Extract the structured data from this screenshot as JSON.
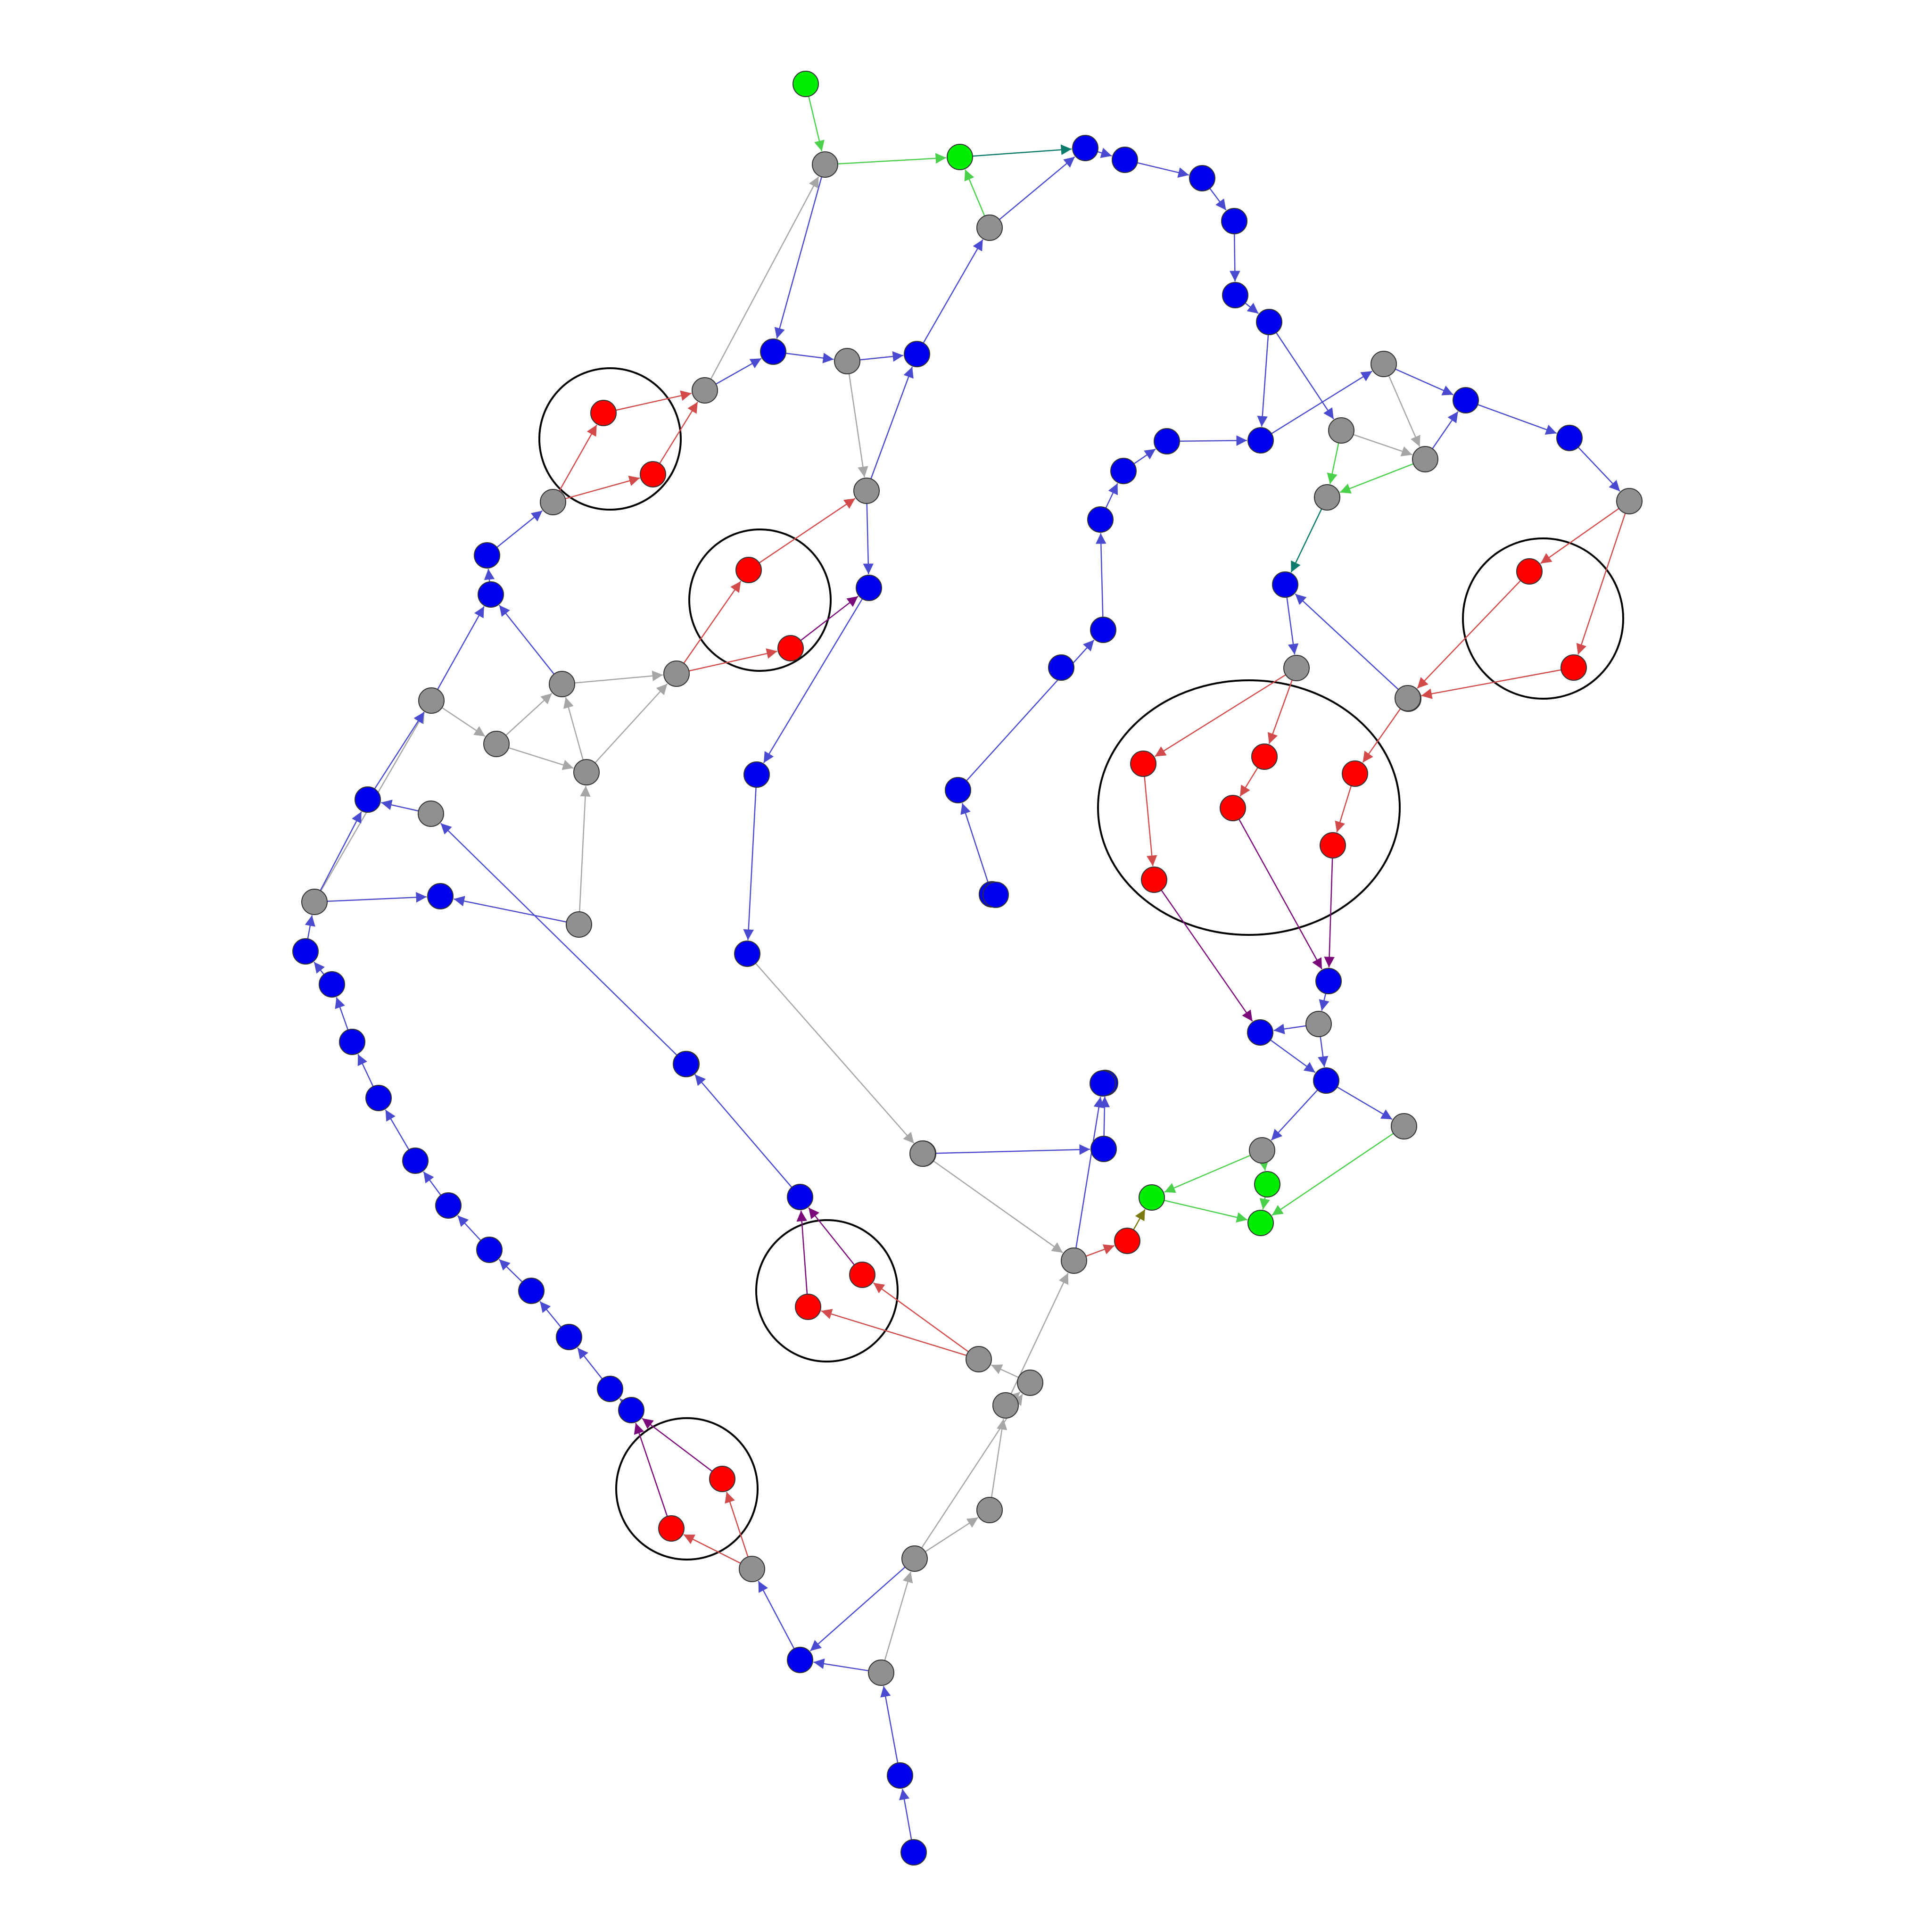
{
  "colors": {
    "blue": "#0000ee",
    "gray": "#909090",
    "red": "#ff0000",
    "green": "#00ee00",
    "edge_blue": "#4a4ad0",
    "edge_gray": "#a6a6a6",
    "edge_red": "#d24a4a",
    "edge_green": "#4ad04a",
    "edge_purple": "#7a0a7a",
    "edge_teal": "#0a7a6a",
    "edge_olive": "#7a7a10",
    "node_stroke": "#333333",
    "cluster_stroke": "#000000"
  },
  "nodes": [
    {
      "id": "n1",
      "c": "green"
    },
    {
      "id": "n2",
      "c": "gray"
    },
    {
      "id": "n3",
      "c": "green"
    },
    {
      "id": "n4",
      "c": "blue"
    },
    {
      "id": "n5",
      "c": "blue"
    },
    {
      "id": "n6",
      "c": "blue"
    },
    {
      "id": "n7",
      "c": "blue"
    },
    {
      "id": "n8",
      "c": "blue"
    },
    {
      "id": "n9",
      "c": "blue"
    },
    {
      "id": "n10",
      "c": "gray"
    },
    {
      "id": "n11",
      "c": "blue"
    },
    {
      "id": "n12",
      "c": "gray"
    },
    {
      "id": "n13",
      "c": "blue"
    },
    {
      "id": "n14",
      "c": "gray"
    },
    {
      "id": "n15",
      "c": "red"
    },
    {
      "id": "n16",
      "c": "red"
    },
    {
      "id": "n17",
      "c": "gray"
    },
    {
      "id": "n18",
      "c": "blue"
    },
    {
      "id": "n19",
      "c": "blue"
    },
    {
      "id": "n20",
      "c": "gray"
    },
    {
      "id": "n21",
      "c": "red"
    },
    {
      "id": "n22",
      "c": "red"
    },
    {
      "id": "n23",
      "c": "gray"
    },
    {
      "id": "n24",
      "c": "blue"
    },
    {
      "id": "n25",
      "c": "gray"
    },
    {
      "id": "n26",
      "c": "gray"
    },
    {
      "id": "n27",
      "c": "gray"
    },
    {
      "id": "n28",
      "c": "gray"
    },
    {
      "id": "n29",
      "c": "blue"
    },
    {
      "id": "n30",
      "c": "gray"
    },
    {
      "id": "n31",
      "c": "blue"
    },
    {
      "id": "n32",
      "c": "gray"
    },
    {
      "id": "n33",
      "c": "blue"
    },
    {
      "id": "n34",
      "c": "blue"
    },
    {
      "id": "n35",
      "c": "blue"
    },
    {
      "id": "n36",
      "c": "blue"
    },
    {
      "id": "n37",
      "c": "blue"
    },
    {
      "id": "n38",
      "c": "blue"
    },
    {
      "id": "n39",
      "c": "blue"
    },
    {
      "id": "n40",
      "c": "blue"
    },
    {
      "id": "n41",
      "c": "blue"
    },
    {
      "id": "n42",
      "c": "blue"
    },
    {
      "id": "n43",
      "c": "blue"
    },
    {
      "id": "n44",
      "c": "blue"
    },
    {
      "id": "n45",
      "c": "blue"
    },
    {
      "id": "n46",
      "c": "blue"
    },
    {
      "id": "n47",
      "c": "blue"
    },
    {
      "id": "n48",
      "c": "blue"
    },
    {
      "id": "n49",
      "c": "blue"
    },
    {
      "id": "n50",
      "c": "blue"
    },
    {
      "id": "n51",
      "c": "blue"
    },
    {
      "id": "n52",
      "c": "blue"
    },
    {
      "id": "n53",
      "c": "blue"
    },
    {
      "id": "n54",
      "c": "blue"
    },
    {
      "id": "n55",
      "c": "blue"
    },
    {
      "id": "n56",
      "c": "blue"
    },
    {
      "id": "n57",
      "c": "gray"
    },
    {
      "id": "n58",
      "c": "gray"
    },
    {
      "id": "n59",
      "c": "blue"
    },
    {
      "id": "n60",
      "c": "blue"
    },
    {
      "id": "n61",
      "c": "gray"
    },
    {
      "id": "n62",
      "c": "gray"
    },
    {
      "id": "n63",
      "c": "green"
    },
    {
      "id": "n64",
      "c": "blue"
    },
    {
      "id": "n65",
      "c": "blue"
    },
    {
      "id": "n66",
      "c": "gray"
    },
    {
      "id": "n67",
      "c": "red"
    },
    {
      "id": "n68",
      "c": "red"
    },
    {
      "id": "n69",
      "c": "gray"
    },
    {
      "id": "n70",
      "c": "red"
    },
    {
      "id": "n71",
      "c": "red"
    },
    {
      "id": "n72",
      "c": "red"
    },
    {
      "id": "n73",
      "c": "red"
    },
    {
      "id": "n74",
      "c": "red"
    },
    {
      "id": "n75",
      "c": "red"
    },
    {
      "id": "n76",
      "c": "red"
    },
    {
      "id": "n77",
      "c": "blue"
    },
    {
      "id": "n78",
      "c": "gray"
    },
    {
      "id": "n79",
      "c": "blue"
    },
    {
      "id": "n80",
      "c": "blue"
    },
    {
      "id": "n81",
      "c": "gray"
    },
    {
      "id": "n82",
      "c": "gray"
    },
    {
      "id": "n83",
      "c": "green"
    },
    {
      "id": "n84",
      "c": "green"
    },
    {
      "id": "n85",
      "c": "green"
    },
    {
      "id": "n86",
      "c": "red"
    },
    {
      "id": "n87",
      "c": "gray"
    },
    {
      "id": "n88",
      "c": "blue"
    },
    {
      "id": "n89",
      "c": "blue"
    },
    {
      "id": "n90",
      "c": "blue"
    },
    {
      "id": "n91",
      "c": "blue"
    },
    {
      "id": "n92",
      "c": "gray"
    },
    {
      "id": "n93",
      "c": "blue"
    },
    {
      "id": "n94",
      "c": "red"
    },
    {
      "id": "n95",
      "c": "red"
    },
    {
      "id": "n96",
      "c": "gray"
    },
    {
      "id": "n97",
      "c": "gray"
    },
    {
      "id": "n98",
      "c": "gray"
    },
    {
      "id": "n99",
      "c": "gray"
    },
    {
      "id": "n100",
      "c": "gray"
    },
    {
      "id": "n101",
      "c": "red"
    },
    {
      "id": "n102",
      "c": "red"
    },
    {
      "id": "n103",
      "c": "gray"
    },
    {
      "id": "n104",
      "c": "blue"
    },
    {
      "id": "n105",
      "c": "gray"
    },
    {
      "id": "n106",
      "c": "blue"
    },
    {
      "id": "n107",
      "c": "blue"
    }
  ],
  "edges": [
    [
      "n1",
      "n2",
      "green"
    ],
    [
      "n2",
      "n3",
      "green"
    ],
    [
      "n3",
      "n4",
      "teal"
    ],
    [
      "n4",
      "n5",
      "blue"
    ],
    [
      "n5",
      "n6",
      "blue"
    ],
    [
      "n6",
      "n7",
      "blue"
    ],
    [
      "n7",
      "n8",
      "blue"
    ],
    [
      "n8",
      "n9",
      "blue"
    ],
    [
      "n9",
      "n57",
      "blue"
    ],
    [
      "n10",
      "n3",
      "green"
    ],
    [
      "n10",
      "n4",
      "blue"
    ],
    [
      "n2",
      "n11",
      "blue"
    ],
    [
      "n11",
      "n12",
      "blue"
    ],
    [
      "n12",
      "n13",
      "blue"
    ],
    [
      "n13",
      "n10",
      "blue"
    ],
    [
      "n14",
      "n2",
      "gray"
    ],
    [
      "n14",
      "n11",
      "blue"
    ],
    [
      "n17",
      "n15",
      "red"
    ],
    [
      "n17",
      "n16",
      "red"
    ],
    [
      "n15",
      "n14",
      "red"
    ],
    [
      "n16",
      "n14",
      "red"
    ],
    [
      "n18",
      "n17",
      "blue"
    ],
    [
      "n19",
      "n18",
      "blue"
    ],
    [
      "n12",
      "n20",
      "gray"
    ],
    [
      "n20",
      "n13",
      "blue"
    ],
    [
      "n20",
      "n24",
      "blue"
    ],
    [
      "n23",
      "n21",
      "red"
    ],
    [
      "n21",
      "n20",
      "red"
    ],
    [
      "n23",
      "n22",
      "red"
    ],
    [
      "n22",
      "n24",
      "purple"
    ],
    [
      "n25",
      "n23",
      "gray"
    ],
    [
      "n27",
      "n25",
      "gray"
    ],
    [
      "n26",
      "n27",
      "gray"
    ],
    [
      "n26",
      "n28",
      "gray"
    ],
    [
      "n27",
      "n19",
      "blue"
    ],
    [
      "n25",
      "n28",
      "gray"
    ],
    [
      "n28",
      "n23",
      "gray"
    ],
    [
      "n30",
      "n26",
      "gray"
    ],
    [
      "n26",
      "n19",
      "blue"
    ],
    [
      "n30",
      "n29",
      "blue"
    ],
    [
      "n32",
      "n30",
      "blue"
    ],
    [
      "n31",
      "n26",
      "blue"
    ],
    [
      "n33",
      "n31",
      "blue"
    ],
    [
      "n32",
      "n33",
      "blue"
    ],
    [
      "n35",
      "n32",
      "blue"
    ],
    [
      "n34",
      "n35",
      "blue"
    ],
    [
      "n36",
      "n34",
      "blue"
    ],
    [
      "n37",
      "n36",
      "blue"
    ],
    [
      "n38",
      "n37",
      "blue"
    ],
    [
      "n39",
      "n38",
      "blue"
    ],
    [
      "n40",
      "n39",
      "blue"
    ],
    [
      "n41",
      "n40",
      "blue"
    ],
    [
      "n42",
      "n41",
      "blue"
    ],
    [
      "n43",
      "n42",
      "blue"
    ],
    [
      "n44",
      "n43",
      "blue"
    ],
    [
      "n30",
      "n28",
      "gray"
    ],
    [
      "n24",
      "n46",
      "blue"
    ],
    [
      "n46",
      "n47",
      "blue"
    ],
    [
      "n47",
      "n92",
      "blue"
    ],
    [
      "n92",
      "n48",
      "gray"
    ],
    [
      "n92",
      "n62",
      "blue"
    ],
    [
      "n48",
      "n49",
      "blue"
    ],
    [
      "n49",
      "n50",
      "blue"
    ],
    [
      "n50",
      "n51",
      "blue"
    ],
    [
      "n51",
      "n52",
      "blue"
    ],
    [
      "n52",
      "n53",
      "blue"
    ],
    [
      "n53",
      "n54",
      "blue"
    ],
    [
      "n54",
      "n55",
      "blue"
    ],
    [
      "n55",
      "n56",
      "blue"
    ],
    [
      "n56",
      "n57",
      "blue"
    ],
    [
      "n57",
      "n61",
      "green"
    ],
    [
      "n58",
      "n61",
      "green"
    ],
    [
      "n57",
      "n58",
      "gray"
    ],
    [
      "n56",
      "n58",
      "blue"
    ],
    [
      "n58",
      "n59",
      "blue"
    ],
    [
      "n59",
      "n60",
      "blue"
    ],
    [
      "n60",
      "n66",
      "blue"
    ],
    [
      "n61",
      "n64",
      "teal"
    ],
    [
      "n58",
      "n61",
      "green"
    ],
    [
      "n56",
      "n61",
      "gray"
    ],
    [
      "n64",
      "n69",
      "blue"
    ],
    [
      "n66",
      "n67",
      "red"
    ],
    [
      "n66",
      "n68",
      "red"
    ],
    [
      "n67",
      "n78",
      "red"
    ],
    [
      "n68",
      "n78",
      "red"
    ],
    [
      "n78",
      "n64",
      "blue"
    ],
    [
      "n69",
      "n72",
      "red"
    ],
    [
      "n69",
      "n70",
      "red"
    ],
    [
      "n72",
      "n73",
      "red"
    ],
    [
      "n70",
      "n71",
      "red"
    ],
    [
      "n71",
      "n75",
      "red"
    ],
    [
      "n73",
      "n76",
      "red"
    ],
    [
      "n76",
      "n77",
      "purple"
    ],
    [
      "n75",
      "n79",
      "purple"
    ],
    [
      "n74",
      "n76",
      "red"
    ],
    [
      "n78",
      "n74",
      "red"
    ],
    [
      "n77",
      "n81",
      "blue"
    ],
    [
      "n81",
      "n79",
      "blue"
    ],
    [
      "n81",
      "n80",
      "blue"
    ],
    [
      "n79",
      "n80",
      "blue"
    ],
    [
      "n80",
      "n82",
      "blue"
    ],
    [
      "n82",
      "n83",
      "green"
    ],
    [
      "n82",
      "n84",
      "green"
    ],
    [
      "n84",
      "n85",
      "green"
    ],
    [
      "n87",
      "n83",
      "green"
    ],
    [
      "n80",
      "n87",
      "blue"
    ],
    [
      "n83",
      "n85",
      "green"
    ],
    [
      "n86",
      "n83",
      "olive"
    ],
    [
      "n96",
      "n86",
      "red"
    ],
    [
      "n96",
      "n89",
      "blue"
    ],
    [
      "n89",
      "n88",
      "blue"
    ],
    [
      "n88",
      "n65",
      "blue"
    ],
    [
      "n65",
      "n93",
      "blue"
    ],
    [
      "n93",
      "n60",
      "blue"
    ],
    [
      "n45",
      "n96",
      "gray"
    ],
    [
      "n45",
      "n89",
      "blue"
    ],
    [
      "n44",
      "n45",
      "blue"
    ],
    [
      "n98",
      "n96",
      "gray"
    ],
    [
      "n97",
      "n94",
      "red"
    ],
    [
      "n97",
      "n95",
      "red"
    ],
    [
      "n94",
      "n91",
      "purple"
    ],
    [
      "n95",
      "n91",
      "purple"
    ],
    [
      "n91",
      "n90",
      "blue"
    ],
    [
      "n90",
      "n30",
      "blue"
    ],
    [
      "n98",
      "n97",
      "gray"
    ],
    [
      "n99",
      "n97",
      "gray"
    ],
    [
      "n99",
      "n98",
      "gray"
    ],
    [
      "n100",
      "n99",
      "gray"
    ],
    [
      "n103",
      "n101",
      "red"
    ],
    [
      "n103",
      "n102",
      "red"
    ],
    [
      "n101",
      "n107",
      "purple"
    ],
    [
      "n102",
      "n107",
      "purple"
    ],
    [
      "n107",
      "n106",
      "blue"
    ],
    [
      "n104",
      "n103",
      "blue"
    ],
    [
      "n105",
      "n104",
      "blue"
    ],
    [
      "n105",
      "n100",
      "gray"
    ],
    [
      "n100",
      "n98",
      "gray"
    ],
    [
      "n100",
      "n104",
      "blue"
    ],
    [
      "n99",
      "n98",
      "gray"
    ],
    [
      "n93",
      "n107",
      "blue"
    ],
    [
      "n91",
      "n107",
      "gray"
    ],
    [
      "n106",
      "n105",
      "blue"
    ]
  ],
  "clusters": [
    {
      "id": "c1",
      "members": [
        "n15",
        "n16"
      ]
    },
    {
      "id": "c2",
      "members": [
        "n21",
        "n22"
      ]
    },
    {
      "id": "c3",
      "members": [
        "n67",
        "n68"
      ]
    },
    {
      "id": "c4",
      "members": [
        "n70",
        "n71",
        "n72",
        "n73",
        "n74",
        "n75",
        "n76"
      ]
    },
    {
      "id": "c5",
      "members": [
        "n94",
        "n95"
      ]
    },
    {
      "id": "c6",
      "members": [
        "n101",
        "n102"
      ]
    }
  ]
}
